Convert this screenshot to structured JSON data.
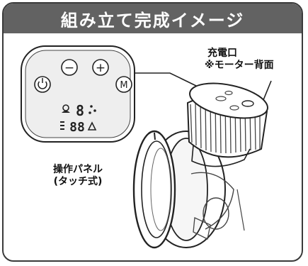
{
  "title": "組み立て完成イメージ",
  "charging_port": {
    "line1": "充電口",
    "line2": "※モーター背面"
  },
  "operation_panel": {
    "line1": "操作パネル",
    "line2": "(タッチ式)"
  },
  "panel_buttons": {
    "minus": "−",
    "plus": "+",
    "mode": "M"
  },
  "display": {
    "level_digit": "8",
    "timer_digits": "88"
  },
  "colors": {
    "title_bar": "#626262",
    "line_art": "#222222",
    "panel_face": "#eeeeee"
  }
}
